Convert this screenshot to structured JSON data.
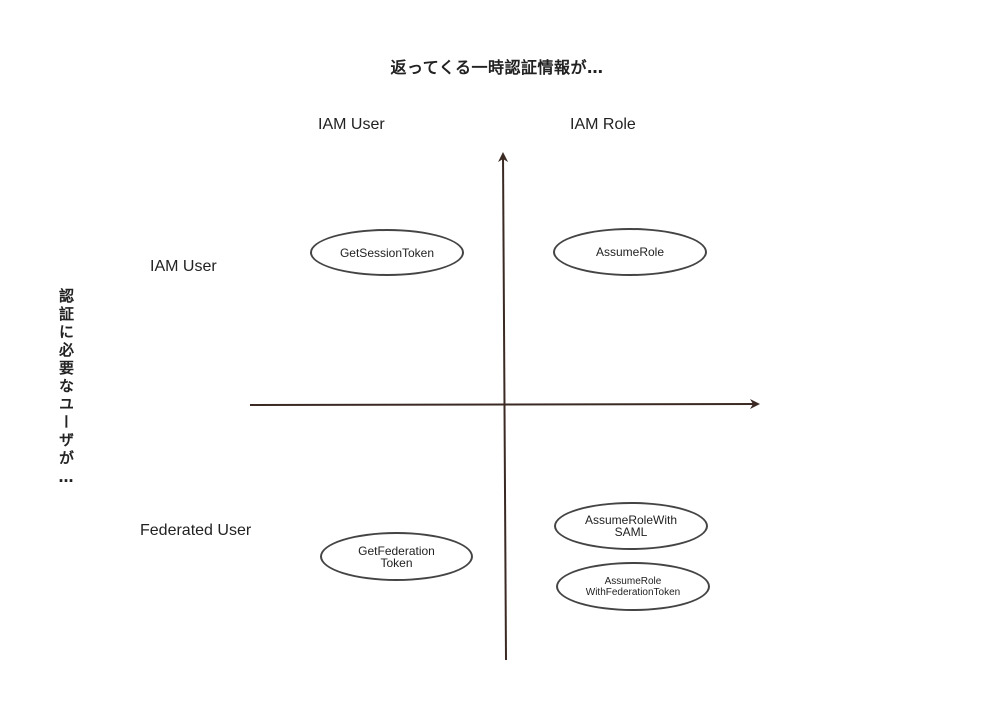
{
  "title": "返ってくる一時認証情報が…",
  "columns": {
    "left": "IAM User",
    "right": "IAM Role"
  },
  "rows": {
    "top": "IAM User",
    "bottom": "Federated User"
  },
  "vertical_label": "認証に必要なユーザが…",
  "apis": {
    "get_session_token": "GetSessionToken",
    "assume_role": "AssumeRole",
    "get_federation_token": [
      "GetFederation",
      "Token"
    ],
    "assume_role_with_saml": [
      "AssumeRoleWith",
      "SAML"
    ],
    "assume_role_with_federation_token": [
      "AssumeRole",
      "WithFederationToken"
    ]
  }
}
